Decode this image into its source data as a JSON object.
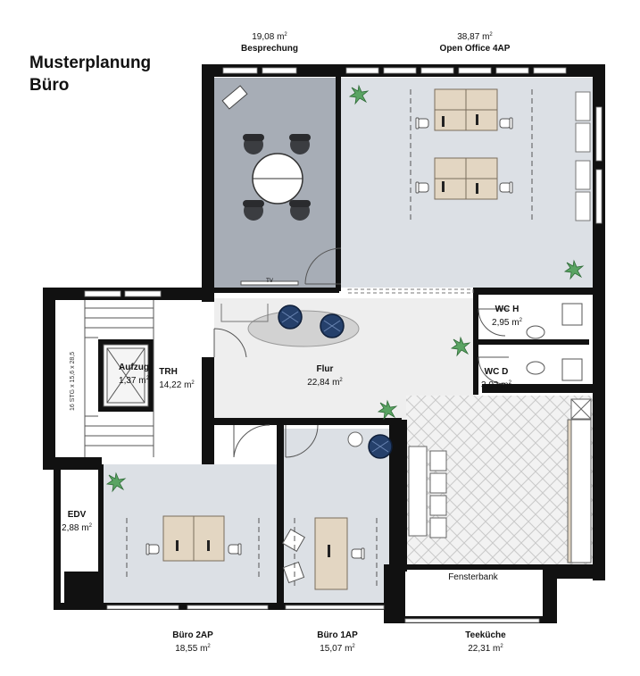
{
  "title": {
    "line1": "Musterplanung",
    "line2": "Büro"
  },
  "rooms": [
    {
      "id": "besprechung",
      "name": "Besprechung",
      "area": "19,08",
      "unit": "m"
    },
    {
      "id": "openoffice",
      "name": "Open Office 4AP",
      "area": "38,87",
      "unit": "m"
    },
    {
      "id": "trh",
      "name": "TRH",
      "area": "14,22",
      "unit": "m"
    },
    {
      "id": "aufzug",
      "name": "Aufzug",
      "area": "1,37",
      "unit": "m"
    },
    {
      "id": "flur",
      "name": "Flur",
      "area": "22,84",
      "unit": "m"
    },
    {
      "id": "wch",
      "name": "WC H",
      "area": "2,95",
      "unit": "m"
    },
    {
      "id": "wcd",
      "name": "WC D",
      "area": "3,03",
      "unit": "m"
    },
    {
      "id": "edv",
      "name": "EDV",
      "area": "2,88",
      "unit": "m"
    },
    {
      "id": "buero2ap",
      "name": "Büro 2AP",
      "area": "18,55",
      "unit": "m"
    },
    {
      "id": "buero1ap",
      "name": "Büro 1AP",
      "area": "15,07",
      "unit": "m"
    },
    {
      "id": "teekueche",
      "name": "Teeküche",
      "area": "22,31",
      "unit": "m"
    }
  ],
  "labels": {
    "tv": "TV",
    "fensterbank": "Fensterbank",
    "stair_dims": "16 STG x 15,6 x 28,5"
  },
  "colors": {
    "wall": "#111111",
    "meeting_floor": "#a7adb6",
    "office_floor": "#dce0e5",
    "corridor_floor": "#eeeeee",
    "desk": "#e3d6c2",
    "chair_blue": "#25406b",
    "plant": "#4e9a58"
  }
}
